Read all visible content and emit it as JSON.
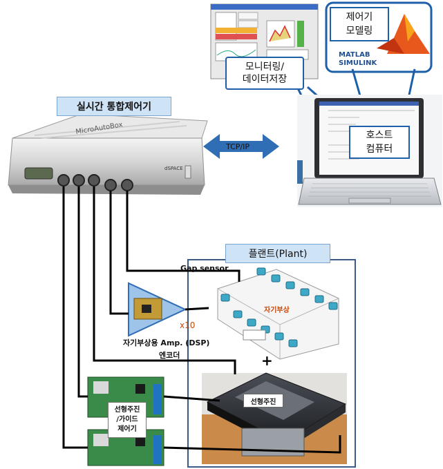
{
  "title": {
    "controller": "실시간 통합제어기",
    "plant": "플랜트(Plant)"
  },
  "callouts": {
    "monitoring": "모니터링/\n데이터저장",
    "modeling": "제어기\n모델링",
    "host": "호스트\n컴퓨터"
  },
  "labels": {
    "tcpip": "TCP/IP",
    "gap_sensor": "Gap sensor",
    "amp_gain": "x10",
    "amp_caption": "자기부상용 Amp. (DSP)",
    "encoder": "엔코더",
    "plus": "+",
    "levitation": "자기부상",
    "linear_drive": "선형주진",
    "driver_board": "선형주진\n/가이드\n제어기",
    "device_brand": "MicroAutoBox",
    "device_vendor": "dSPACE",
    "matlab": "MATLAB",
    "simulink": "SIMULINK"
  },
  "colors": {
    "title_bg": "#cfe3f6",
    "callout_border": "#1d5fa8",
    "arrow_blue": "#2f6db5",
    "amp_fill": "#9ec4ea",
    "levitation_text": "#c24a0c"
  }
}
